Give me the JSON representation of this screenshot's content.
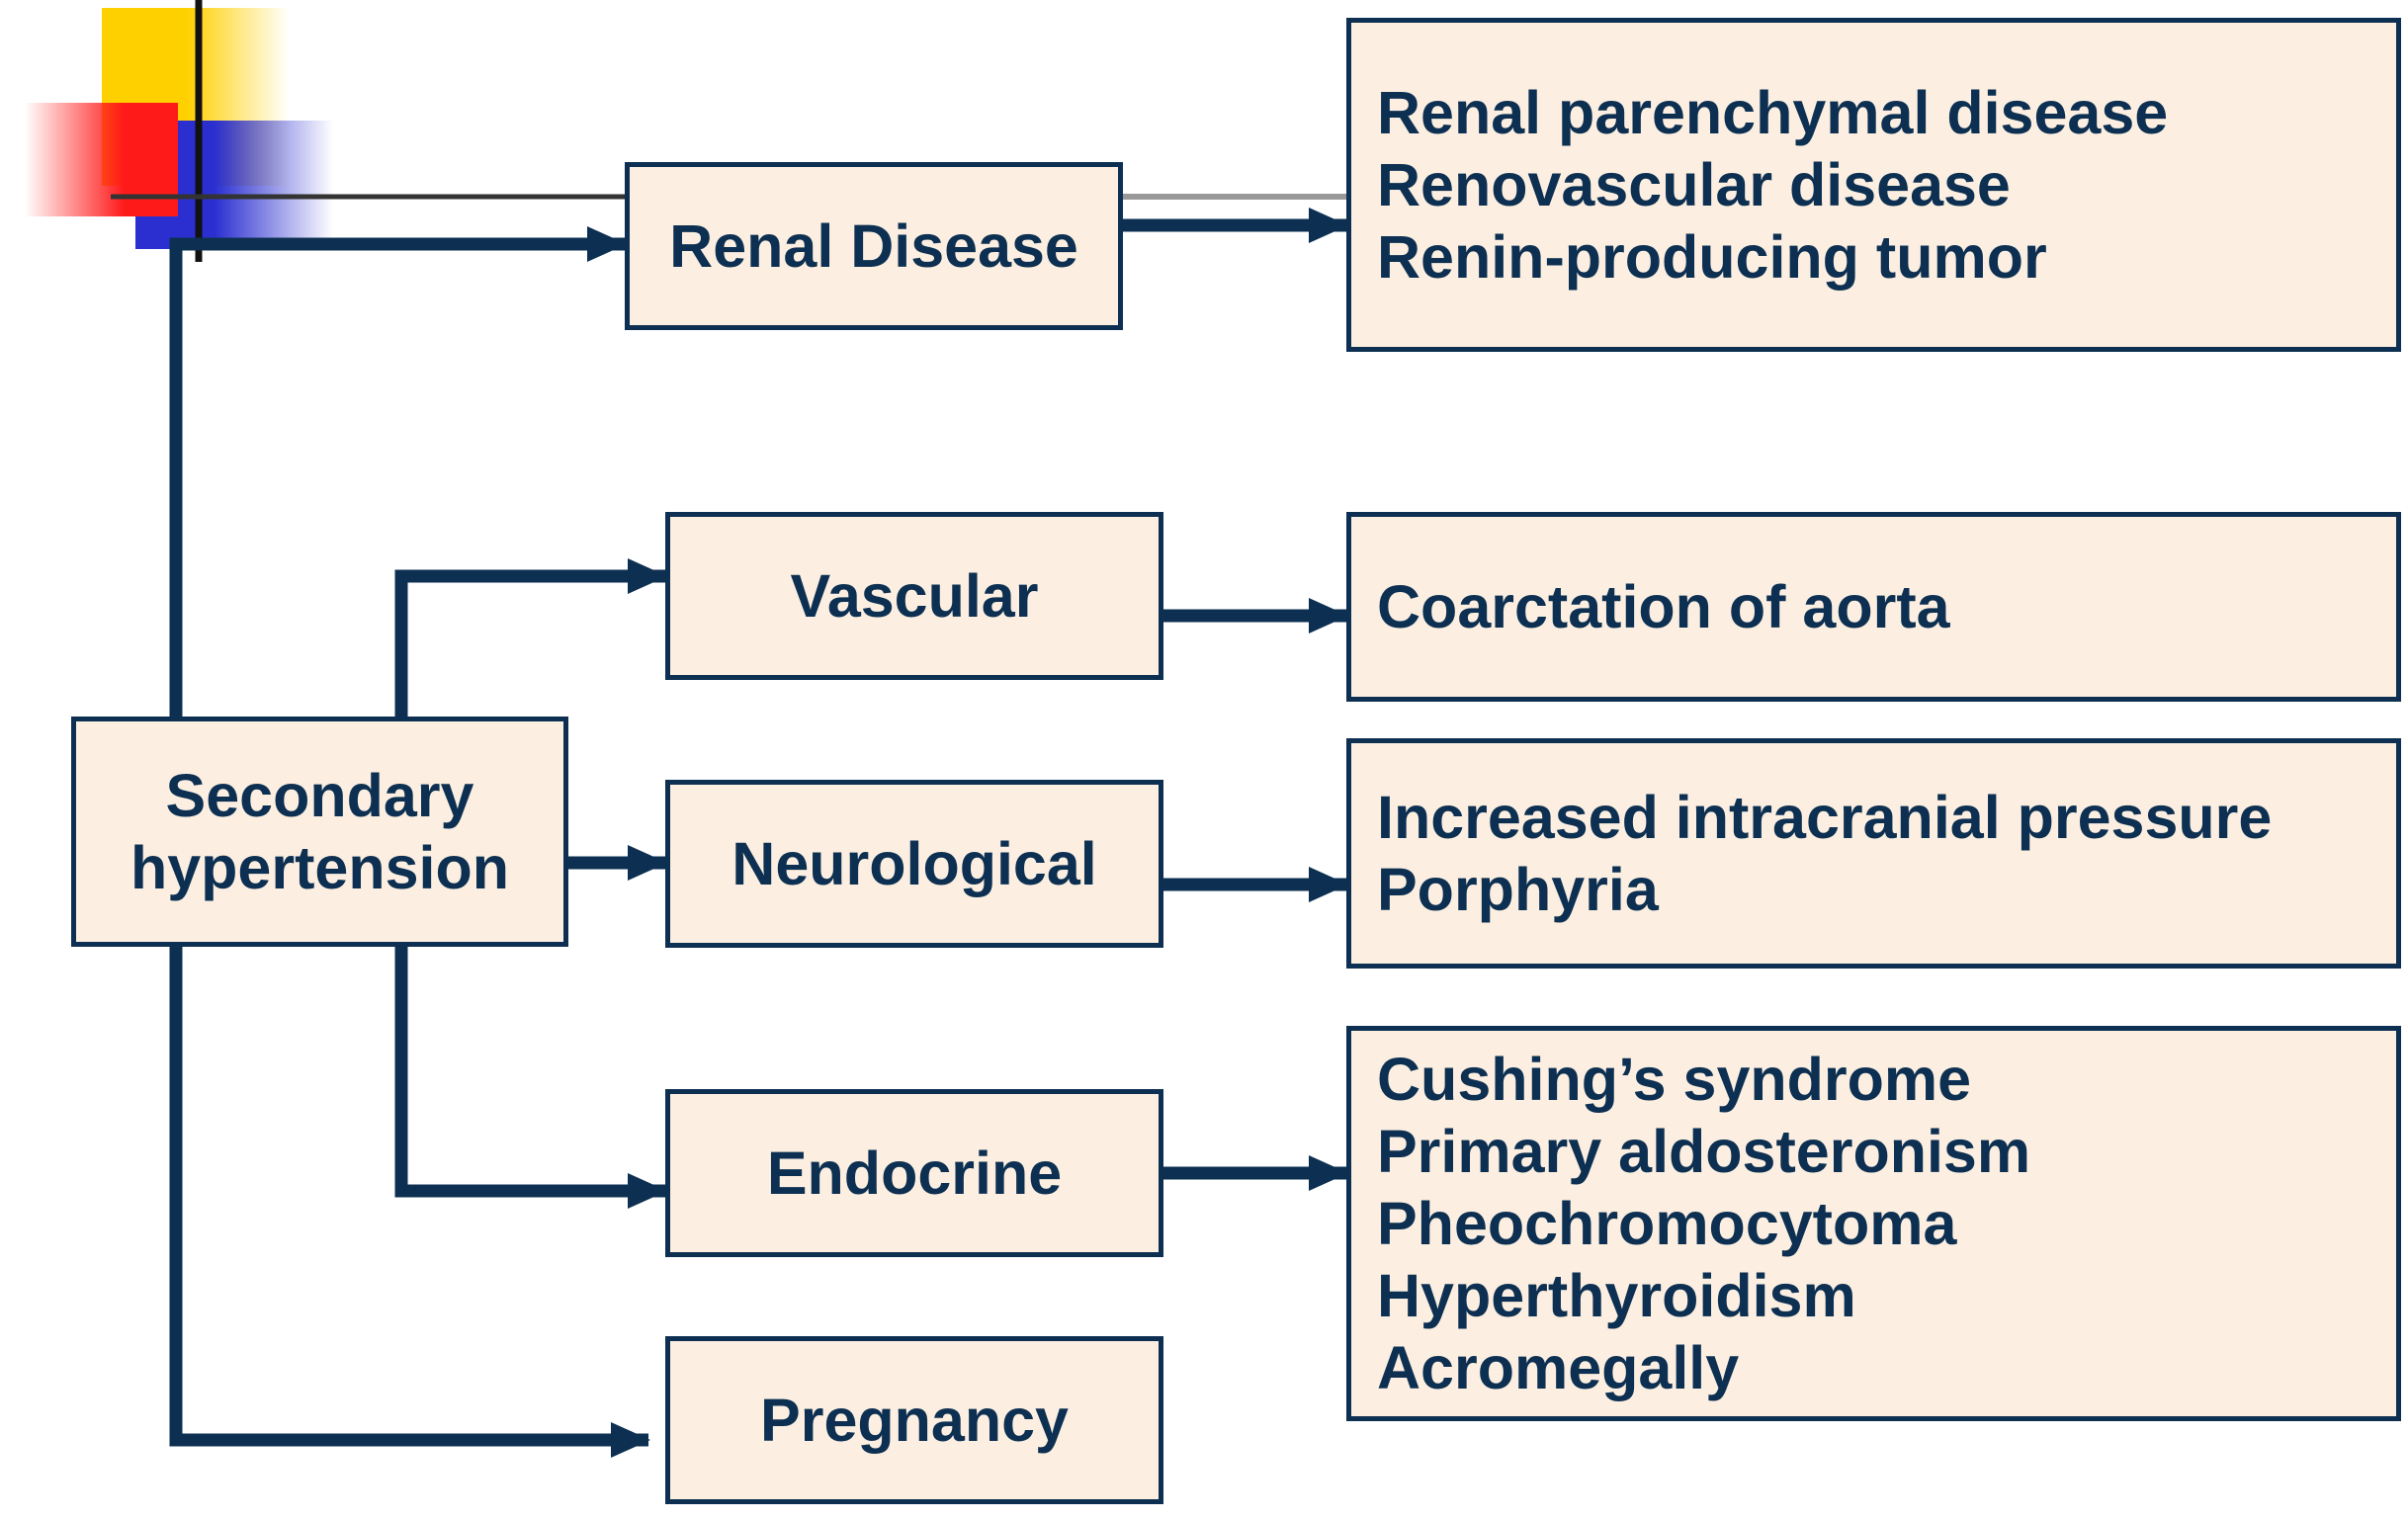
{
  "colors": {
    "node_fill": "#fcefe1",
    "node_border": "#0d3052",
    "text": "#0d3052",
    "connector": "#0d3052",
    "deco_yellow": "#ffd000",
    "deco_red": "#ff1a1a",
    "deco_blue": "#2b2fd0"
  },
  "nodes": {
    "root": {
      "lines": [
        "Secondary",
        "hypertension"
      ]
    },
    "renal": {
      "label": "Renal Disease"
    },
    "vascular": {
      "label": "Vascular"
    },
    "neurological": {
      "label": "Neurological"
    },
    "endocrine": {
      "label": "Endocrine"
    },
    "pregnancy": {
      "label": "Pregnancy"
    }
  },
  "details": {
    "renal": [
      "Renal parenchymal disease",
      "Renovascular disease",
      "Renin-producing tumor"
    ],
    "vascular": [
      "Coarctation of aorta"
    ],
    "neurological": [
      "Increased intracranial pressure",
      "Porphyria"
    ],
    "endocrine": [
      "Cushing’s syndrome",
      "Primary aldosteronism",
      "Pheochromocytoma",
      "Hyperthyroidism",
      "Acromegally"
    ]
  }
}
